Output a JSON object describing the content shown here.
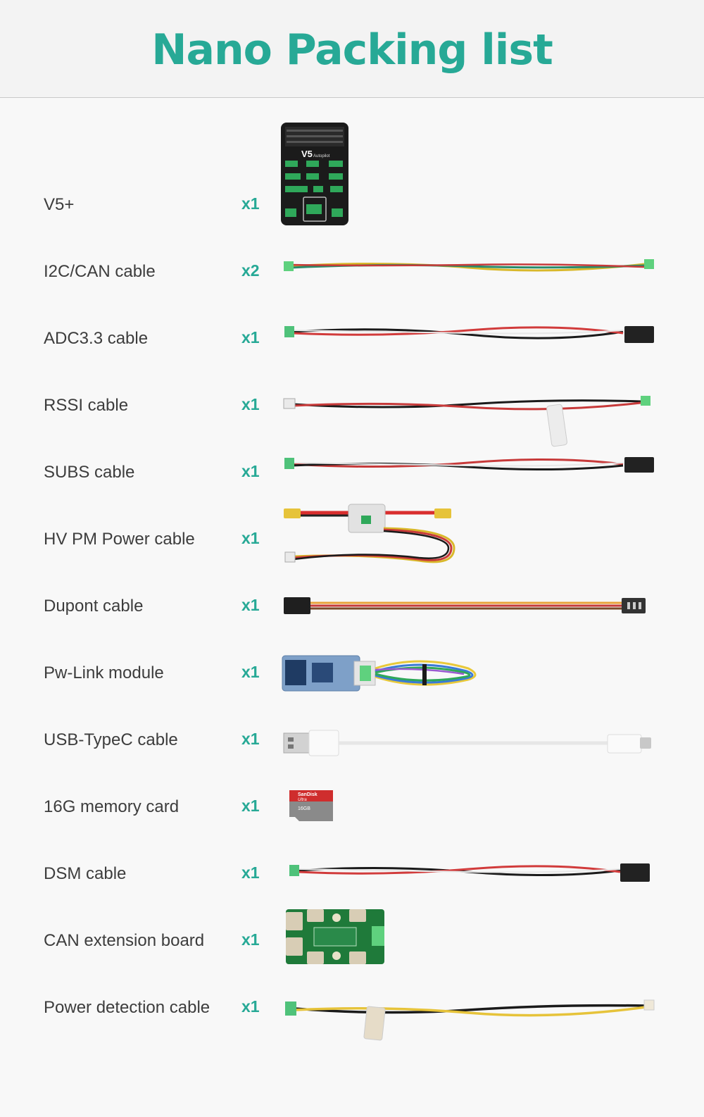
{
  "title": "Nano Packing list",
  "accent_color": "#27a996",
  "items": [
    {
      "name": "V5+",
      "qty": "x1",
      "icon": "flight-controller-photo"
    },
    {
      "name": "I2C/CAN cable",
      "qty": "x2",
      "icon": "i2c-can-cable-photo"
    },
    {
      "name": "ADC3.3 cable",
      "qty": "x1",
      "icon": "adc-cable-photo"
    },
    {
      "name": "RSSI cable",
      "qty": "x1",
      "icon": "rssi-cable-photo"
    },
    {
      "name": "SUBS cable",
      "qty": "x1",
      "icon": "subs-cable-photo"
    },
    {
      "name": "HV PM Power cable",
      "qty": "x1",
      "icon": "power-module-photo"
    },
    {
      "name": "Dupont cable",
      "qty": "x1",
      "icon": "dupont-cable-photo"
    },
    {
      "name": "Pw-Link module",
      "qty": "x1",
      "icon": "pw-link-module-photo"
    },
    {
      "name": "USB-TypeC cable",
      "qty": "x1",
      "icon": "usb-typec-cable-photo"
    },
    {
      "name": "16G memory card",
      "qty": "x1",
      "icon": "memory-card-photo"
    },
    {
      "name": "DSM cable",
      "qty": "x1",
      "icon": "dsm-cable-photo"
    },
    {
      "name": "CAN extension board",
      "qty": "x1",
      "icon": "can-extension-board-photo"
    },
    {
      "name": "Power detection cable",
      "qty": "x1",
      "icon": "power-detection-cable-photo"
    }
  ],
  "device_labels": {
    "v5_model": "V5",
    "v5_sub": "Autopilot",
    "card_brand": "SanDisk",
    "card_line": "Ultra",
    "card_size": "16GB"
  }
}
